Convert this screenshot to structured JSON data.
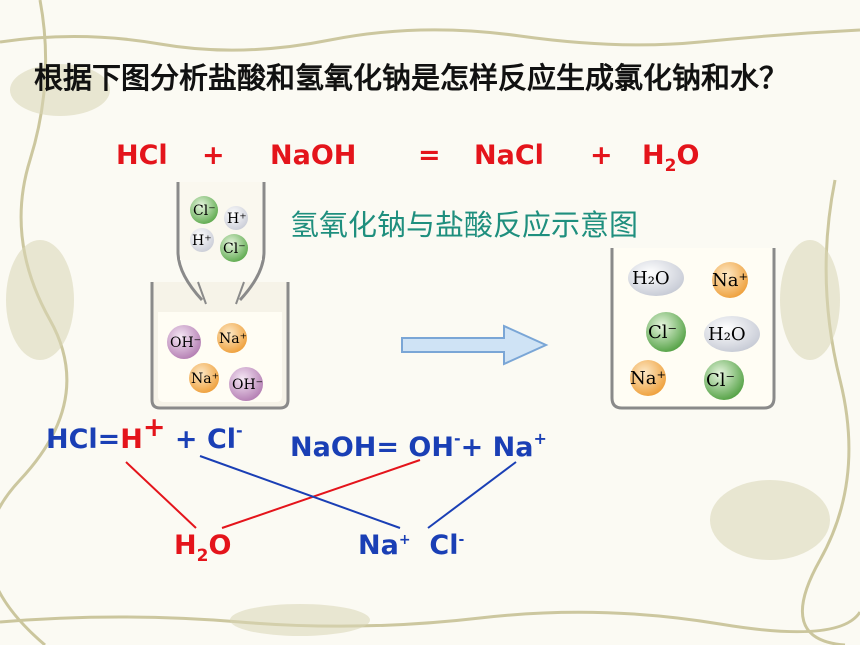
{
  "title": "根据下图分析盐酸和氢氧化钠是怎样反应生成氯化钠和水？",
  "equation": {
    "hcl": "HCl",
    "plus1": "+",
    "naoh": "NaOH",
    "equals": "=",
    "nacl": "NaCl",
    "plus2": "+",
    "h2o_h": "H",
    "h2o_sub": "2",
    "h2o_o": "O"
  },
  "diagram_title": "氢氧化钠与盐酸反应示意图",
  "left_beaker": {
    "dropper_ions": [
      {
        "label": "Cl⁻",
        "color": "#6fbf5b"
      },
      {
        "label": "H⁺",
        "color": "#e4e6ee"
      },
      {
        "label": "H⁺",
        "color": "#e4e6ee"
      },
      {
        "label": "Cl⁻",
        "color": "#6fbf5b"
      }
    ],
    "solution_ions": [
      {
        "label": "OH⁻",
        "color": "#c79ac6"
      },
      {
        "label": "Na⁺",
        "color": "#f3b35d"
      },
      {
        "label": "Na⁺",
        "color": "#f3b35d"
      },
      {
        "label": "OH⁻",
        "color": "#c79ac6"
      }
    ]
  },
  "right_beaker": {
    "ions": [
      {
        "label": "H₂O",
        "color": "#e3e6ee"
      },
      {
        "label": "Na⁺",
        "color": "#f3b35d"
      },
      {
        "label": "Cl⁻",
        "color": "#6fbf5b"
      },
      {
        "label": "H₂O",
        "color": "#e3e6ee"
      },
      {
        "label": "Na⁺",
        "color": "#f3b35d"
      },
      {
        "label": "Cl⁻",
        "color": "#6fbf5b"
      }
    ]
  },
  "ionization": {
    "hcl_prefix": "HCl=",
    "h_ion": "H",
    "h_charge": "+",
    "cl_part": " + Cl",
    "cl_charge": "-",
    "naoh_prefix": "NaOH= ",
    "oh_ion": "OH",
    "oh_charge": "-",
    "na_part": "+ Na",
    "na_charge": "+"
  },
  "products": {
    "water_h": "H",
    "water_sub": "2",
    "water_o": "O",
    "na": "Na",
    "na_charge": "+",
    "cl": "Cl",
    "cl_charge": "-"
  },
  "colors": {
    "red": "#e4141b",
    "blue": "#1a3fb5",
    "teal": "#1f8f7e"
  }
}
